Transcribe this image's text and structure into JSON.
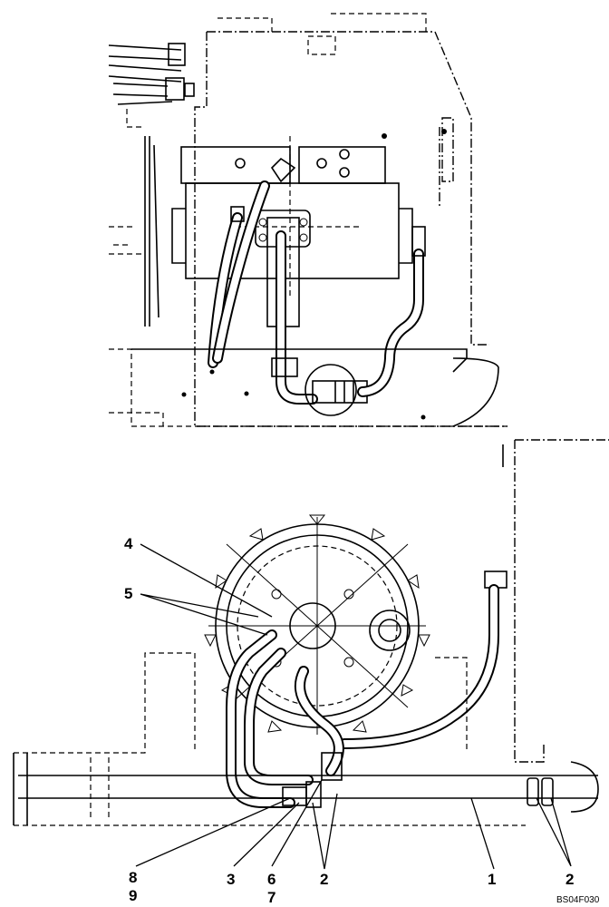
{
  "callouts": {
    "c1": "1",
    "c2a": "2",
    "c2b": "2",
    "c3": "3",
    "c4": "4",
    "c5": "5",
    "c6": "6",
    "c7": "7",
    "c8": "8",
    "c9": "9"
  },
  "drawing_code": "BS04F030"
}
